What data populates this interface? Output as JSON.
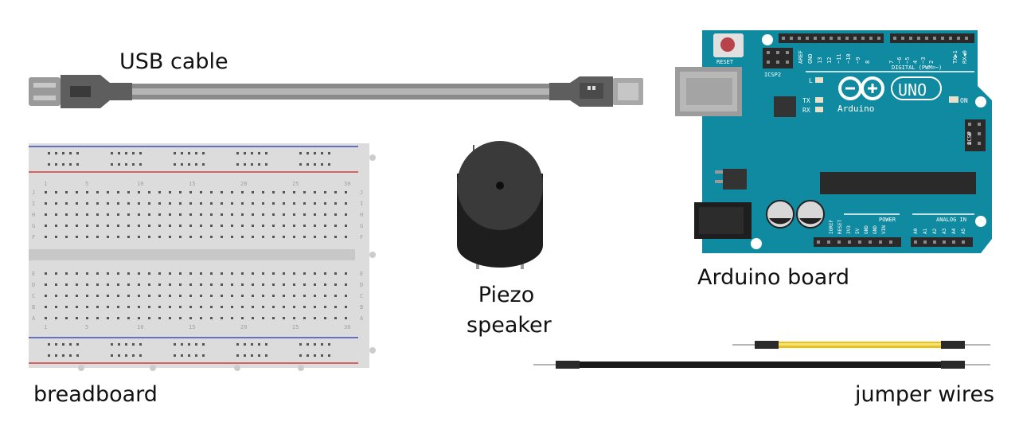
{
  "labels": {
    "usb_cable": "USB cable",
    "arduino_board": "Arduino board",
    "breadboard": "breadboard",
    "jumper_wires": "jumper wires",
    "piezo_line1": "Piezo",
    "piezo_line2": "speaker"
  },
  "arduino": {
    "brand": "Arduino",
    "model": "UNO",
    "reset": "RESET",
    "icsp2": "ICSP2",
    "icsp": "ICSP",
    "on": "ON",
    "led_l": "L",
    "tx": "TX",
    "rx": "RX",
    "digital": "DIGITAL (PWM=~)",
    "power": "POWER",
    "analog_in": "ANALOG IN",
    "top_pins": [
      "AREF",
      "GND",
      "13",
      "12",
      "~11",
      "~10",
      "~9",
      "8",
      "7",
      "~6",
      "~5",
      "4",
      "~3",
      "2",
      "TX▶1",
      "RX◀0"
    ],
    "power_pins": [
      "IOREF",
      "RESET",
      "3V3",
      "5V",
      "GND",
      "GND",
      "VIN"
    ],
    "analog_pins": [
      "A0",
      "A1",
      "A2",
      "A3",
      "A4",
      "A5"
    ]
  },
  "breadboard": {
    "row_letters_top": [
      "J",
      "I",
      "H",
      "G",
      "F"
    ],
    "row_letters_bottom": [
      "E",
      "D",
      "C",
      "B",
      "A"
    ],
    "column_numbers": [
      "1",
      "5",
      "10",
      "15",
      "20",
      "25",
      "30"
    ]
  },
  "colors": {
    "arduino_teal": "#0f8aa0",
    "breadboard_body": "#dcdcdc",
    "rail_red": "#d23b3b",
    "rail_blue": "#3b4fb4",
    "wire_yellow": "#e6c21a",
    "wire_black": "#1a1a1a",
    "cable_gray": "#808080"
  }
}
